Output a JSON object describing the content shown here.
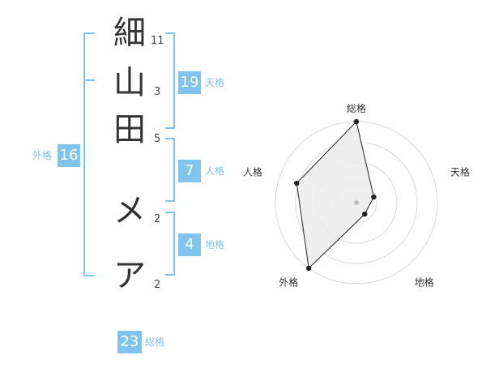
{
  "name": {
    "characters": [
      {
        "char": "細",
        "strokes": "11"
      },
      {
        "char": "山",
        "strokes": "3"
      },
      {
        "char": "田",
        "strokes": "5"
      },
      {
        "char": "メ",
        "strokes": "2"
      },
      {
        "char": "ア",
        "strokes": "2"
      }
    ]
  },
  "fortune": {
    "tenkaku": {
      "value": "19",
      "label": "天格"
    },
    "jinkaku": {
      "value": "7",
      "label": "人格"
    },
    "chikaku": {
      "value": "4",
      "label": "地格"
    },
    "gaikaku": {
      "value": "16",
      "label": "外格"
    },
    "soukaku": {
      "value": "23",
      "label": "総格"
    }
  },
  "colors": {
    "accent": "#7ec4ef",
    "text": "#333333",
    "polygon_fill": "#ebebeb"
  },
  "chart_data": {
    "type": "radar",
    "axes": [
      "総格",
      "天格",
      "地格",
      "外格",
      "人格"
    ],
    "values": [
      4,
      0.9,
      0.7,
      4,
      3.1
    ],
    "range": [
      0,
      4
    ],
    "rings": 4
  }
}
